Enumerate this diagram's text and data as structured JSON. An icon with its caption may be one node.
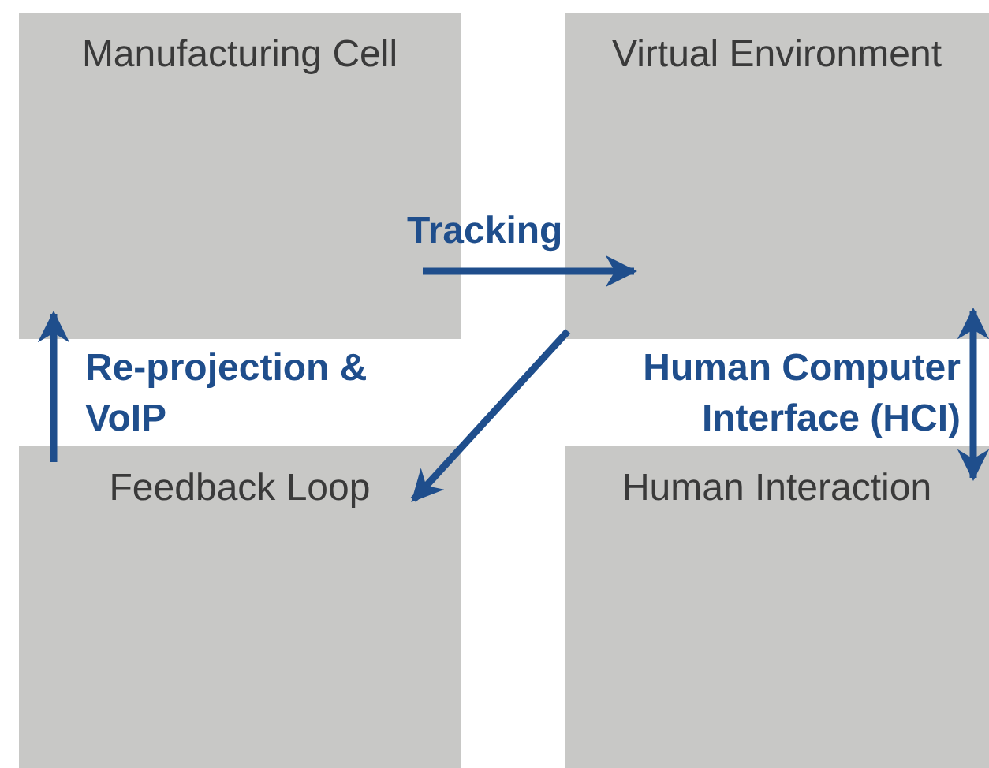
{
  "diagram": {
    "nodes": [
      {
        "text": [
          "Manufacturing Cell"
        ]
      },
      {
        "text": [
          "Virtual Environment"
        ]
      },
      {
        "text": [
          "Feedback Loop"
        ]
      },
      {
        "text": [
          "Human Interaction"
        ]
      }
    ],
    "edges": [
      {
        "from": 0,
        "to": 1,
        "arrow": "to",
        "label": "Tracking"
      },
      {
        "from": 1,
        "to": 2,
        "arrow": "to"
      },
      {
        "from": 2,
        "to": 0,
        "arrow": "to",
        "label": "Re-projection & VoIP"
      },
      {
        "from": 1,
        "to": 3,
        "arrow": "both",
        "label": "Human Computer Interface (HCI)"
      }
    ]
  }
}
